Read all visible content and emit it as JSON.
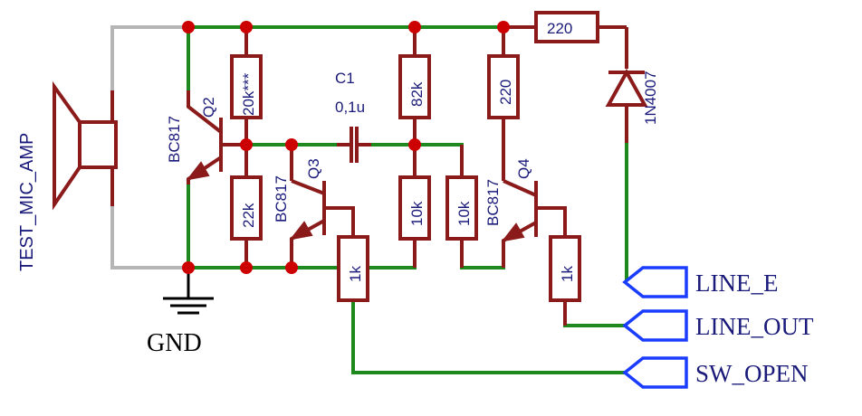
{
  "mic": {
    "label": "TEST_MIC_AMP"
  },
  "gnd": {
    "label": "GND"
  },
  "transistors": [
    {
      "ref": "Q2",
      "type": "BC817"
    },
    {
      "ref": "Q3",
      "type": "BC817"
    },
    {
      "ref": "Q4",
      "type": "BC817"
    }
  ],
  "resistors": {
    "r_top_q2": "20k***",
    "r_bot_q2": "22k",
    "r_top_mid": "82k",
    "r_bot_mid": "10k",
    "r_mid_right": "10k",
    "r_q3_emitter": "1k",
    "r_top_q4": "220",
    "r_q4_emitter": "1k",
    "r_series": "220"
  },
  "capacitor": {
    "ref": "C1",
    "value": "0,1u"
  },
  "diode": {
    "part": "1N4007"
  },
  "nets": [
    {
      "label": "LINE_E"
    },
    {
      "label": "LINE_OUT"
    },
    {
      "label": "SW_OPEN"
    }
  ],
  "colors": {
    "wire": "#1e8a1e",
    "component": "#8b1a1a",
    "junction": "#cc0000",
    "label_text": "#1a1a7a",
    "net_port": "#1a3cff"
  }
}
